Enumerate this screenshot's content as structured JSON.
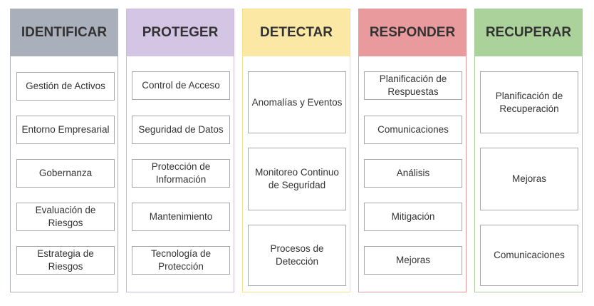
{
  "columns": [
    {
      "title": "IDENTIFICAR",
      "color": "#a9b0bc",
      "border": "#aeb3bb",
      "items": [
        "Gestión de Activos",
        "Entorno Empresarial",
        "Gobernanza",
        "Evaluación de Riesgos",
        "Estrategia de Riesgos"
      ]
    },
    {
      "title": "PROTEGER",
      "color": "#d4c5e5",
      "border": "#cbbce0",
      "items": [
        "Control de Acceso",
        "Seguridad de Datos",
        "Protección de Información",
        "Mantenimiento",
        "Tecnología de Protección"
      ]
    },
    {
      "title": "DETECTAR",
      "color": "#fbe8a4",
      "border": "#f5e08e",
      "items": [
        "Anomalías y Eventos",
        "Monitoreo Continuo de Seguridad",
        "Procesos de Detección"
      ]
    },
    {
      "title": "RESPONDER",
      "color": "#e99a9d",
      "border": "#e4989b",
      "items": [
        "Planificación de Respuestas",
        "Comunicaciones",
        "Análisis",
        "Mitigación",
        "Mejoras"
      ]
    },
    {
      "title": "RECUPERAR",
      "color": "#abd29b",
      "border": "#a6cd97",
      "items": [
        "Planificación de Recuperación",
        "Mejoras",
        "Comunicaciones"
      ]
    }
  ]
}
